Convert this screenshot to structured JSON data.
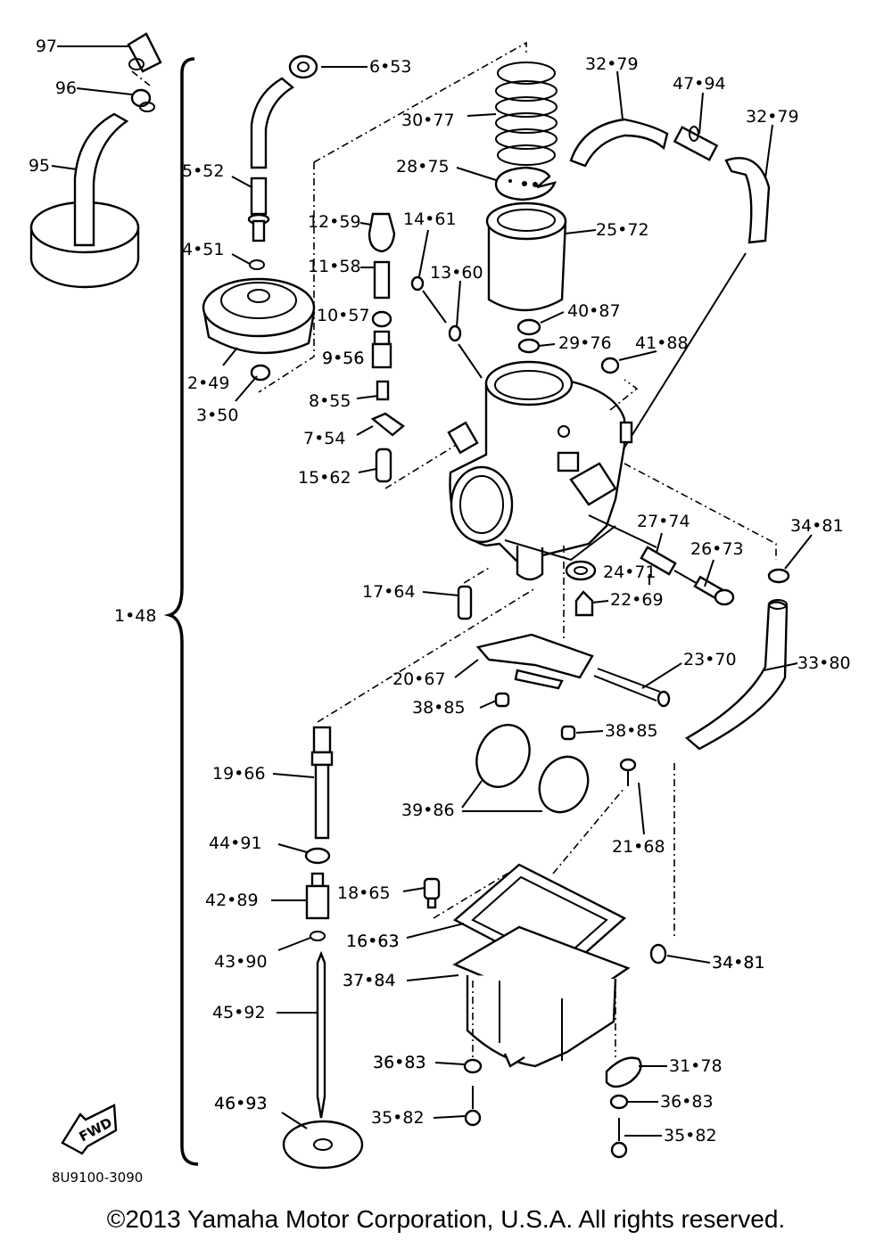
{
  "diagram": {
    "title": "Carburetor exploded parts diagram",
    "drawing_number": "8U9100-3090",
    "fwd_marker": "FWD",
    "assembly_label": "1•48",
    "callouts": [
      {
        "id": "97",
        "label": "97"
      },
      {
        "id": "96",
        "label": "96"
      },
      {
        "id": "95",
        "label": "95"
      },
      {
        "id": "6",
        "label": "6•53"
      },
      {
        "id": "5",
        "label": "5•52"
      },
      {
        "id": "4",
        "label": "4•51"
      },
      {
        "id": "2",
        "label": "2•49"
      },
      {
        "id": "3",
        "label": "3•50"
      },
      {
        "id": "30",
        "label": "30•77"
      },
      {
        "id": "28",
        "label": "28•75"
      },
      {
        "id": "12",
        "label": "12•59"
      },
      {
        "id": "11",
        "label": "11•58"
      },
      {
        "id": "10",
        "label": "10•57"
      },
      {
        "id": "9",
        "label": "9•56"
      },
      {
        "id": "8",
        "label": "8•55"
      },
      {
        "id": "7",
        "label": "7•54"
      },
      {
        "id": "15",
        "label": "15•62"
      },
      {
        "id": "14",
        "label": "14•61"
      },
      {
        "id": "13",
        "label": "13•60"
      },
      {
        "id": "25",
        "label": "25•72"
      },
      {
        "id": "40",
        "label": "40•87"
      },
      {
        "id": "29",
        "label": "29•76"
      },
      {
        "id": "41",
        "label": "41•88"
      },
      {
        "id": "32a",
        "label": "32•79"
      },
      {
        "id": "47",
        "label": "47•94"
      },
      {
        "id": "32b",
        "label": "32•79"
      },
      {
        "id": "27",
        "label": "27•74"
      },
      {
        "id": "26",
        "label": "26•73"
      },
      {
        "id": "34a",
        "label": "34•81"
      },
      {
        "id": "24",
        "label": "24•71"
      },
      {
        "id": "22",
        "label": "22•69"
      },
      {
        "id": "17",
        "label": "17•64"
      },
      {
        "id": "23",
        "label": "23•70"
      },
      {
        "id": "33",
        "label": "33•80"
      },
      {
        "id": "20",
        "label": "20•67"
      },
      {
        "id": "38a",
        "label": "38•85"
      },
      {
        "id": "38b",
        "label": "38•85"
      },
      {
        "id": "19",
        "label": "19•66"
      },
      {
        "id": "39",
        "label": "39•86"
      },
      {
        "id": "21",
        "label": "21•68"
      },
      {
        "id": "44",
        "label": "44•91"
      },
      {
        "id": "18",
        "label": "18•65"
      },
      {
        "id": "42",
        "label": "42•89"
      },
      {
        "id": "16",
        "label": "16•63"
      },
      {
        "id": "43",
        "label": "43•90"
      },
      {
        "id": "34b",
        "label": "34•81"
      },
      {
        "id": "37",
        "label": "37•84"
      },
      {
        "id": "45",
        "label": "45•92"
      },
      {
        "id": "36a",
        "label": "36•83"
      },
      {
        "id": "31",
        "label": "31•78"
      },
      {
        "id": "36b",
        "label": "36•83"
      },
      {
        "id": "46",
        "label": "46•93"
      },
      {
        "id": "35a",
        "label": "35•82"
      },
      {
        "id": "35b",
        "label": "35•82"
      }
    ]
  },
  "footer": {
    "copyright": "©2013 Yamaha Motor Corporation, U.S.A. All rights reserved."
  }
}
